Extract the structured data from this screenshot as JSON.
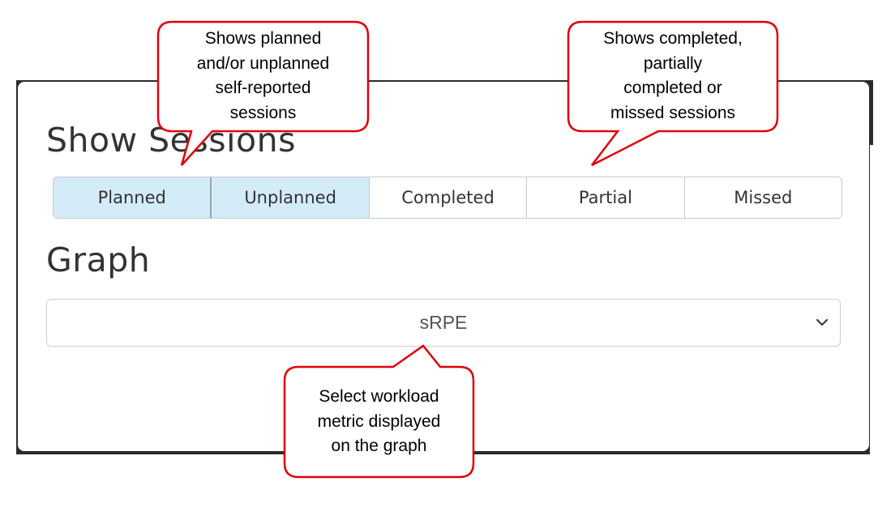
{
  "modal": {
    "sessions_heading": "Show Sessions",
    "session_buttons": [
      {
        "label": "Planned",
        "active": true
      },
      {
        "label": "Unplanned",
        "active": true
      },
      {
        "label": "Completed",
        "active": false
      },
      {
        "label": "Partial",
        "active": false
      },
      {
        "label": "Missed",
        "active": false
      }
    ],
    "graph_heading": "Graph",
    "graph_select": {
      "value": "sRPE",
      "icon": "chevron-down-icon"
    }
  },
  "callouts": {
    "planned_unplanned": {
      "lines": [
        "Shows planned",
        "and/or unplanned",
        "self-reported",
        "sessions"
      ]
    },
    "completion_status": {
      "lines": [
        "Shows completed,",
        "partially",
        "completed or",
        "missed sessions"
      ]
    },
    "graph_metric": {
      "lines": [
        "Select workload",
        "metric displayed",
        "on the graph"
      ]
    }
  },
  "colors": {
    "active_button": "#d4ebf8",
    "callout_border": "#e0000a",
    "backdrop": "#2b2b2b"
  }
}
